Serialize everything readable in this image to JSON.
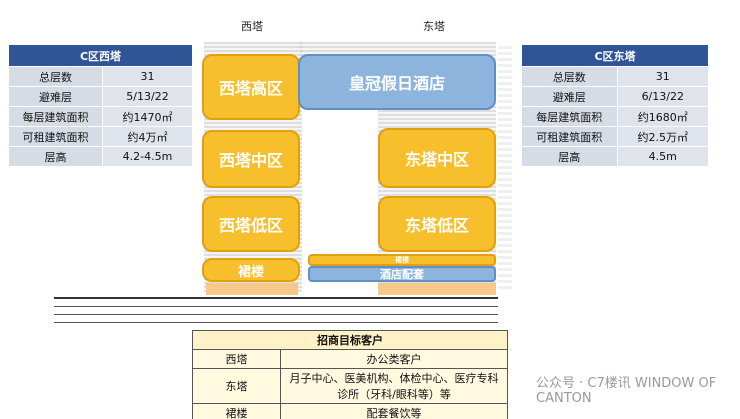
{
  "towers": {
    "west_title": "西塔",
    "east_title": "东塔"
  },
  "west_table": {
    "header": "C区西塔",
    "rows": [
      {
        "label": "总层数",
        "value": "31"
      },
      {
        "label": "避难层",
        "value": "5/13/22"
      },
      {
        "label": "每层建筑面积",
        "value": "约1470㎡"
      },
      {
        "label": "可租建筑面积",
        "value": "约4万㎡"
      },
      {
        "label": "层高",
        "value": "4.2-4.5m"
      }
    ]
  },
  "east_table": {
    "header": "C区东塔",
    "rows": [
      {
        "label": "总层数",
        "value": "31"
      },
      {
        "label": "避难层",
        "value": "6/13/22"
      },
      {
        "label": "每层建筑面积",
        "value": "约1680㎡"
      },
      {
        "label": "可租建筑面积",
        "value": "约2.5万㎡"
      },
      {
        "label": "层高",
        "value": "4.5m"
      }
    ]
  },
  "zones": {
    "west_high": "西塔高区",
    "hotel": "皇冠假日酒店",
    "west_mid": "西塔中区",
    "east_mid": "东塔中区",
    "west_low": "西塔低区",
    "east_low": "东塔低区",
    "podium": "裙楼",
    "hotel_support": "酒店配套",
    "podium_small": "裙楼"
  },
  "client_table": {
    "header": "招商目标客户",
    "rows": [
      {
        "label": "西塔",
        "value": "办公类客户"
      },
      {
        "label": "东塔",
        "value": "月子中心、医美机构、体检中心、医疗专科诊所（牙科/眼科等）等"
      },
      {
        "label": "裙楼",
        "value": "配套餐饮等"
      }
    ]
  },
  "watermark": "公众号 · C7楼讯  WINDOW OF CANTON",
  "colors": {
    "header_blue": "#2f5597",
    "zone_yellow": "#f7bf2c",
    "zone_blue": "#8db4dd",
    "cell_gray": "#d6dce5"
  }
}
